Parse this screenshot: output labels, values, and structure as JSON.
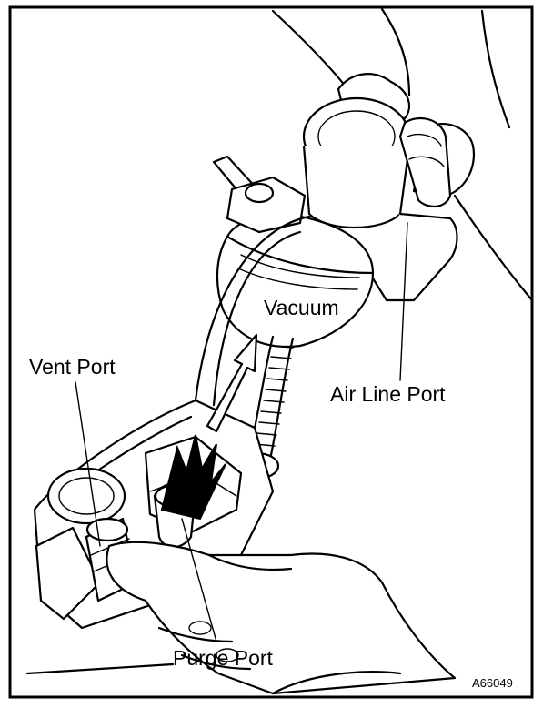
{
  "labels": {
    "vacuum": "Vacuum",
    "vent_port": "Vent Port",
    "air_line_port": "Air Line Port",
    "purge_port": "Purge Port"
  },
  "figure_code": "A66049",
  "colors": {
    "ink": "#000000",
    "paper": "#ffffff"
  }
}
